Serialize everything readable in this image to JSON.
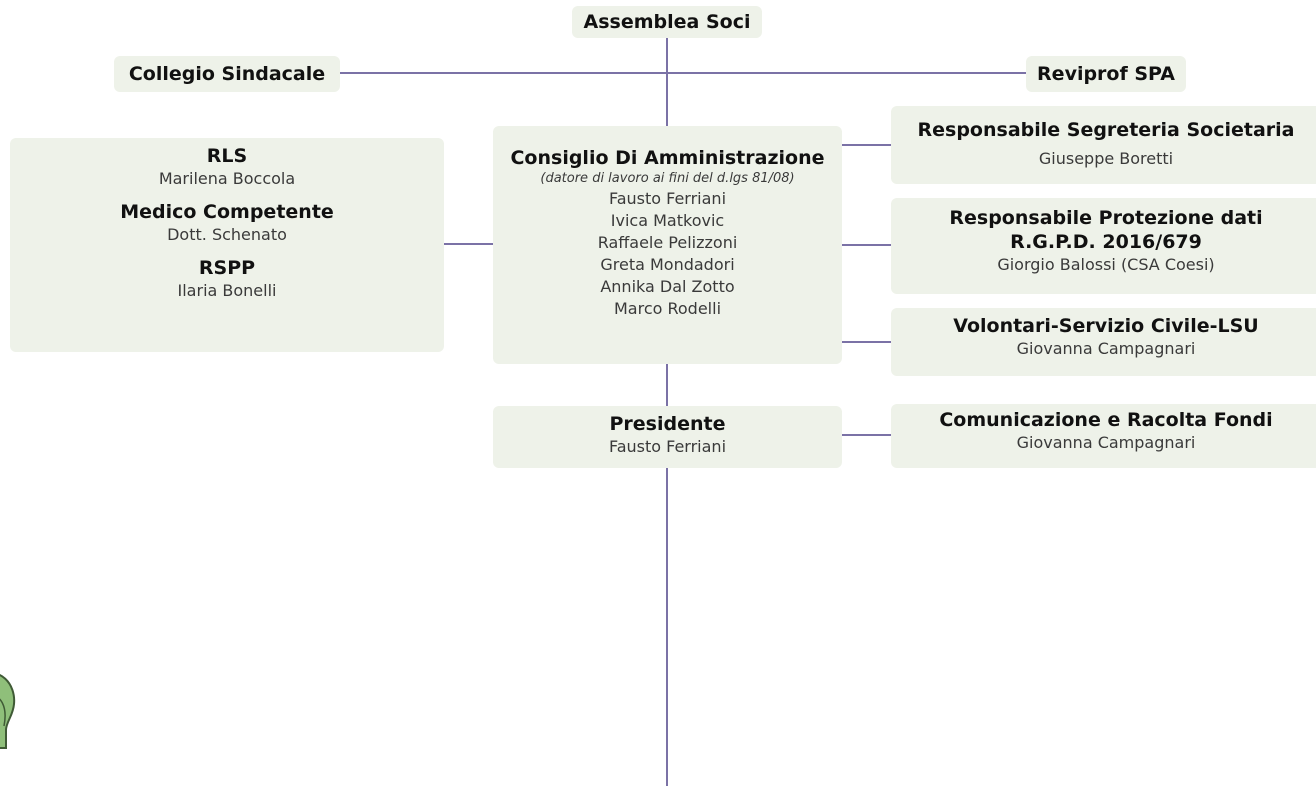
{
  "nodes": {
    "assemblea": {
      "title": "Assemblea Soci"
    },
    "collegio": {
      "title": "Collegio Sindacale"
    },
    "reviprof": {
      "title": "Reviprof SPA"
    },
    "sicurezza": {
      "groups": [
        {
          "title": "RLS",
          "name": "Marilena Boccola"
        },
        {
          "title": "Medico Competente",
          "name": "Dott. Schenato"
        },
        {
          "title": "RSPP",
          "name": "Ilaria Bonelli"
        }
      ]
    },
    "consiglio": {
      "title": "Consiglio Di Amministrazione",
      "note": "(datore di lavoro ai fini del d.lgs 81/08)",
      "members": [
        "Fausto Ferriani",
        "Ivica Matkovic",
        "Raffaele Pelizzoni",
        "Greta Mondadori",
        "Annika Dal Zotto",
        "Marco Rodelli"
      ]
    },
    "segreteria": {
      "title": "Responsabile Segreteria Societaria",
      "name": "Giuseppe Boretti"
    },
    "protezione": {
      "title_line1": "Responsabile Protezione dati",
      "title_line2": "R.G.P.D. 2016/679",
      "name": "Giorgio Balossi (CSA Coesi)"
    },
    "volontari": {
      "title": "Volontari-Servizio Civile-LSU",
      "name": "Giovanna Campagnari"
    },
    "presidente": {
      "title": "Presidente",
      "name": "Fausto Ferriani"
    },
    "comunicazione": {
      "title": "Comunicazione e Racolta Fondi",
      "name": "Giovanna Campagnari"
    }
  },
  "colors": {
    "box": "#eef2e9",
    "connector": "#7b72a6",
    "logo": "#8fbf7a"
  }
}
